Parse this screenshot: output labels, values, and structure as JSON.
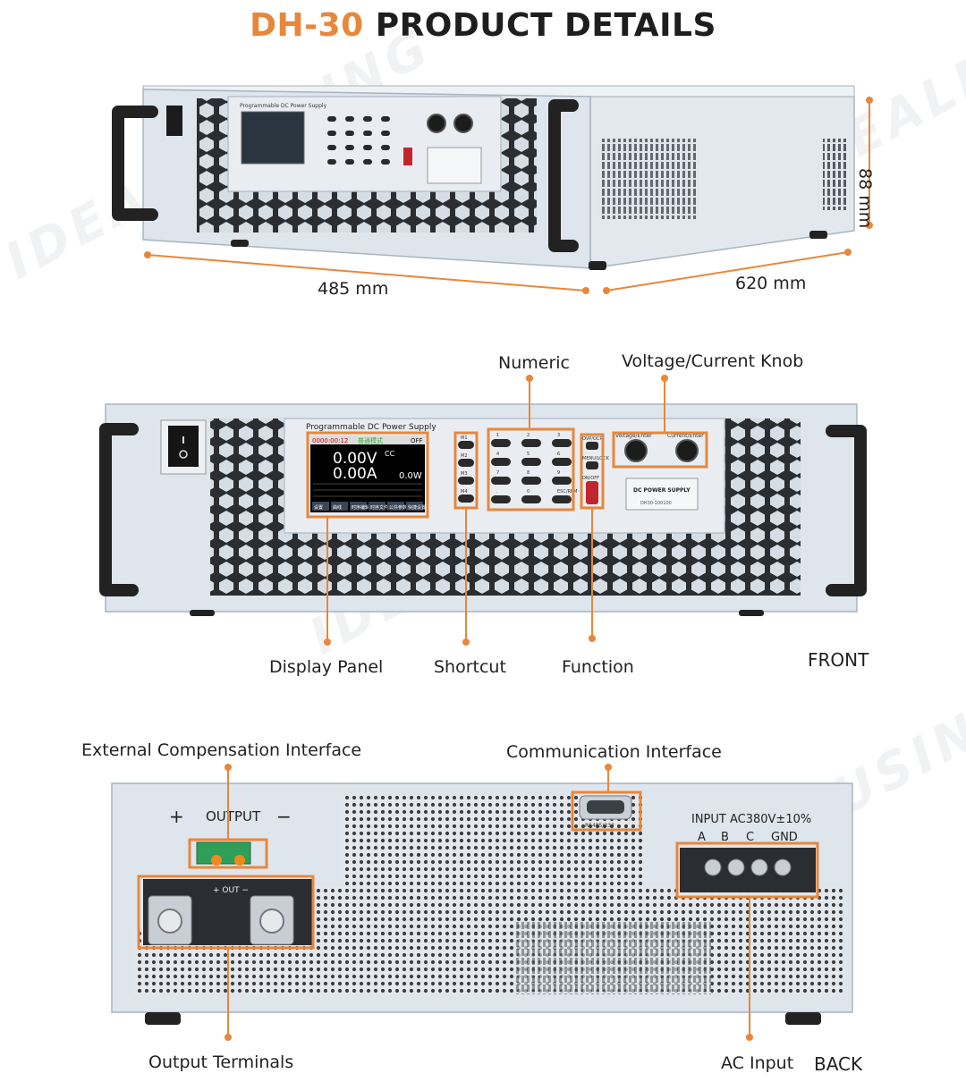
{
  "header": {
    "model": "DH-30",
    "title": "PRODUCT DETAILS"
  },
  "dimensions": {
    "width": "485 mm",
    "depth": "620 mm",
    "height": "88 mm"
  },
  "front": {
    "labels": {
      "numeric": "Numeric",
      "knob": "Voltage/Current Knob",
      "display": "Display Panel",
      "shortcut": "Shortcut",
      "function": "Function",
      "side": "FRONT"
    },
    "panel_title": "Programmable DC Power Supply",
    "screen": {
      "time": "0000:00:12",
      "mode": "普通模式",
      "state": "OFF",
      "voltage": "0.00V",
      "cc": "CC",
      "current": "0.00A",
      "power": "0.0W",
      "tabs": [
        "设置",
        "曲线",
        "时序编辑",
        "时序文件",
        "公共参数",
        "快捷设置"
      ]
    },
    "shortcut_keys": [
      "M1",
      "M2",
      "M3",
      "M4"
    ],
    "numeric_keys": [
      "1",
      "2",
      "3",
      "4",
      "5",
      "6",
      "7",
      "8",
      "9",
      ".",
      "0",
      "ESC/REM"
    ],
    "function_keys": [
      "OVP/OCP",
      "MENU/LOCK",
      "ON/OFF"
    ],
    "knob_labels": [
      "Voltage/Enter",
      "Current/Enter"
    ],
    "badge": "DC POWER SUPPLY",
    "badge_model": "DH30-100100"
  },
  "back": {
    "labels": {
      "ext_comp": "External Compensation Interface",
      "comm": "Communication Interface",
      "output_terminals": "Output Terminals",
      "ac_input": "AC Input",
      "side": "BACK"
    },
    "output_label": "OUTPUT",
    "plus": "+",
    "minus": "−",
    "busbar_label": "+ OUT −",
    "input_label": "INPUT AC380V±10%",
    "phases": [
      "A",
      "B",
      "C",
      "GND"
    ],
    "comm_port": "RS485/232"
  },
  "watermark": "IDEALPLUSING",
  "colors": {
    "accent": "#e8873a",
    "case": "#dfe5ec",
    "text": "#222222"
  }
}
